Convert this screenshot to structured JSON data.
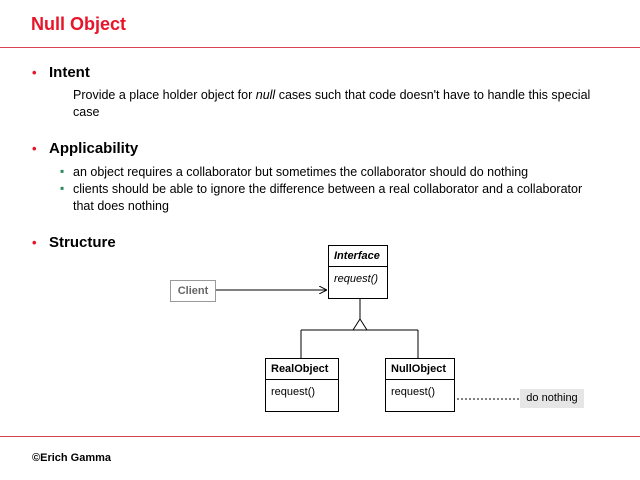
{
  "title": "Null Object",
  "sections": {
    "intent": {
      "heading": "Intent",
      "text_line1_pre": "Provide a place holder object for ",
      "text_line1_italic": "null",
      "text_line1_post": " cases such that code doesn't have to handle this special",
      "text_line2": "case"
    },
    "applicability": {
      "heading": "Applicability",
      "items": [
        {
          "line1": "an object requires a collaborator but sometimes the collaborator should do nothing",
          "line2": ""
        },
        {
          "line1": "clients should be able to ignore the difference between a real collaborator and a collaborator",
          "line2": "that does nothing"
        }
      ]
    },
    "structure": {
      "heading": "Structure"
    }
  },
  "diagram": {
    "client": "Client",
    "interface": {
      "name": "Interface",
      "op": "request()"
    },
    "real_object": {
      "name": "RealObject",
      "op": "request()"
    },
    "null_object": {
      "name": "NullObject",
      "op": "request()"
    },
    "note": "do nothing"
  },
  "footer": "©Erich Gamma",
  "colors": {
    "accent": "#e8142a",
    "sub_bullet": "#2a8a5e",
    "note_bg": "#e6e6e6"
  }
}
